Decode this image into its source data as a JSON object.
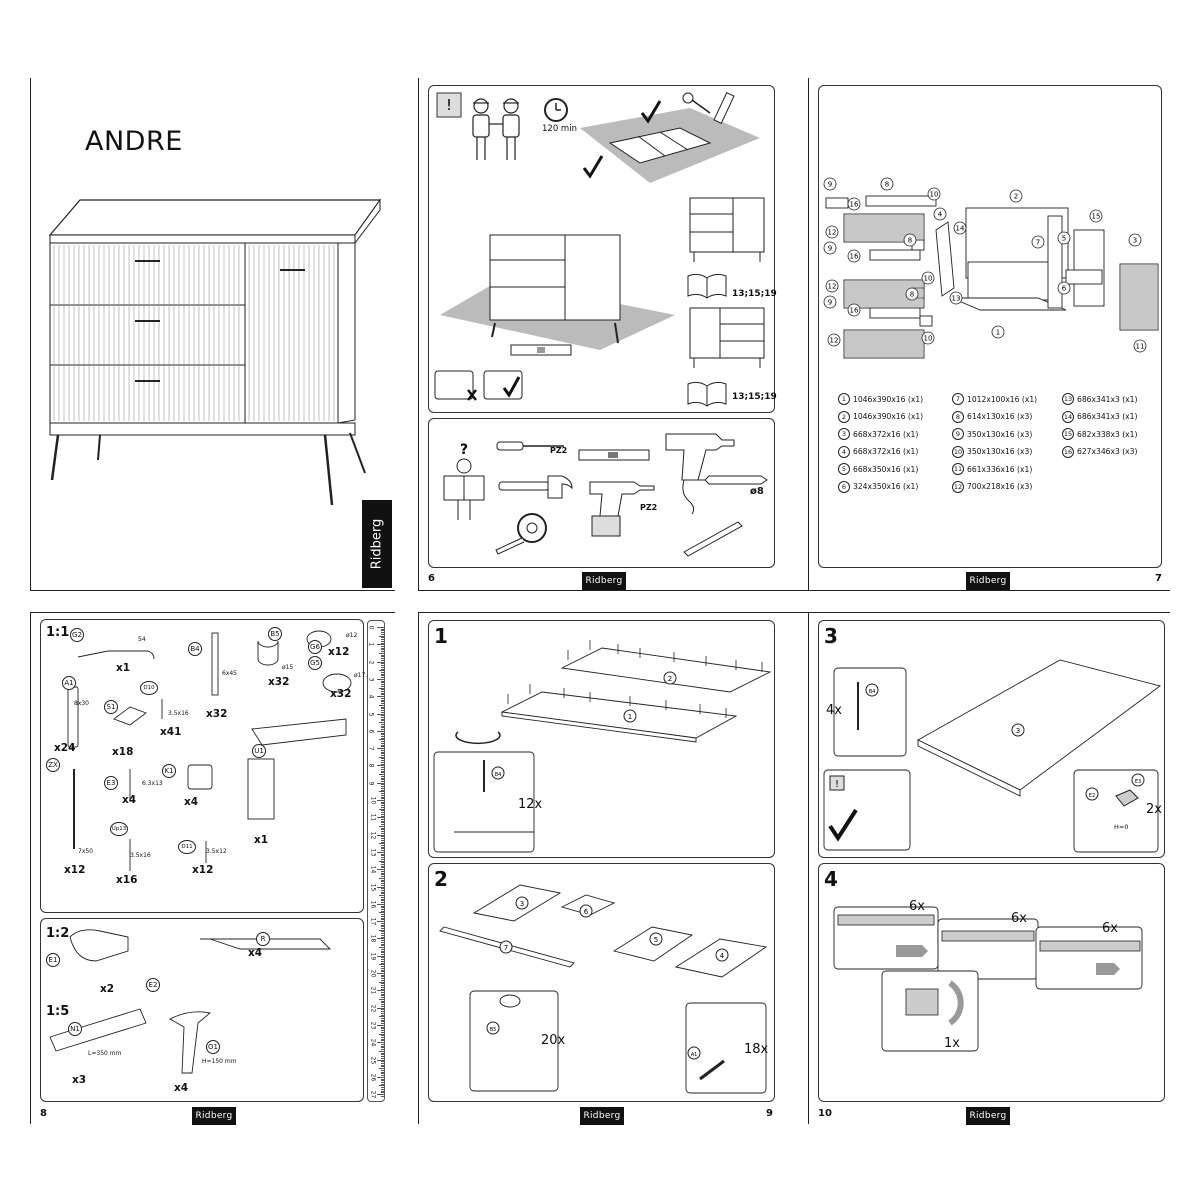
{
  "brand": "Ridberg",
  "title": "ANDRE",
  "page_numbers": {
    "p6": "6",
    "p7": "7",
    "p8": "8",
    "p9": "9",
    "p10": "10"
  },
  "tools_panel": {
    "time": "120 min",
    "drawer_ref": "13;15;19",
    "drawer_ref2": "13;15;19",
    "pz2_a": "PZ2",
    "pz2_b": "PZ2",
    "drill": "ø8"
  },
  "parts": [
    {
      "n": "1",
      "dims": "1046x390x16 (x1)"
    },
    {
      "n": "2",
      "dims": "1046x390x16 (x1)"
    },
    {
      "n": "3",
      "dims": "668x372x16 (x1)"
    },
    {
      "n": "4",
      "dims": "668x372x16 (x1)"
    },
    {
      "n": "5",
      "dims": "668x350x16 (x1)"
    },
    {
      "n": "6",
      "dims": "324x350x16 (x1)"
    },
    {
      "n": "7",
      "dims": "1012x100x16 (x1)"
    },
    {
      "n": "8",
      "dims": "614x130x16 (x3)"
    },
    {
      "n": "9",
      "dims": "350x130x16 (x3)"
    },
    {
      "n": "10",
      "dims": "350x130x16 (x3)"
    },
    {
      "n": "11",
      "dims": "661x336x16 (x1)"
    },
    {
      "n": "12",
      "dims": "700x218x16 (x3)"
    },
    {
      "n": "13",
      "dims": "686x341x3 (x1)"
    },
    {
      "n": "14",
      "dims": "686x341x3 (x1)"
    },
    {
      "n": "15",
      "dims": "682x338x3 (x1)"
    },
    {
      "n": "16",
      "dims": "627x346x3 (x3)"
    }
  ],
  "diagram_labels": [
    "9",
    "8",
    "10",
    "16",
    "4",
    "2",
    "15",
    "3",
    "12",
    "14",
    "7",
    "5",
    "8",
    "9",
    "16",
    "10",
    "6",
    "12",
    "8",
    "13",
    "9",
    "16",
    "1",
    "11",
    "10",
    "12"
  ],
  "hardware": {
    "scale_a": "1:1",
    "scale_b": "1:2",
    "scale_c": "1:5",
    "items": [
      {
        "code": "G2",
        "qty": "x1",
        "note": "54"
      },
      {
        "code": "B4",
        "qty": "x32",
        "note": "6x45"
      },
      {
        "code": "B5",
        "qty": "x32",
        "note": "ø15"
      },
      {
        "code": "G6",
        "qty": "x12",
        "note": "ø12"
      },
      {
        "code": "G5",
        "qty": "x32",
        "note": "ø17.5"
      },
      {
        "code": "A1",
        "qty": "x24",
        "note": "8x30"
      },
      {
        "code": "D10",
        "qty": "x41",
        "note": "3.5x16"
      },
      {
        "code": "S1",
        "qty": "x18",
        "note": ""
      },
      {
        "code": "U1",
        "qty": "x1",
        "note": ""
      },
      {
        "code": "ZX",
        "qty": "x12",
        "note": "7x50"
      },
      {
        "code": "E3",
        "qty": "x4",
        "note": "6.3x13"
      },
      {
        "code": "K1",
        "qty": "x4",
        "note": ""
      },
      {
        "code": "Up13",
        "qty": "x16",
        "note": "3.5x16"
      },
      {
        "code": "D11",
        "qty": "x12",
        "note": "3.5x12"
      },
      {
        "code": "E1",
        "qty": "x2",
        "note": ""
      },
      {
        "code": "E2",
        "qty": "",
        "note": ""
      },
      {
        "code": "R",
        "qty": "x4",
        "note": ""
      },
      {
        "code": "N1",
        "qty": "x3",
        "note": "L=350 mm"
      },
      {
        "code": "O1",
        "qty": "x4",
        "note": "H=150 mm"
      }
    ]
  },
  "ruler": [
    "0",
    "1",
    "2",
    "3",
    "4",
    "5",
    "6",
    "7",
    "8",
    "9",
    "10",
    "11",
    "12",
    "13",
    "14",
    "15",
    "16",
    "17",
    "18",
    "19",
    "20",
    "21",
    "22",
    "23",
    "24",
    "25",
    "26",
    "27"
  ],
  "steps": [
    {
      "num": "1",
      "qty": "12x",
      "part": "B4",
      "labels": [
        "2",
        "1"
      ]
    },
    {
      "num": "2",
      "qty": "20x",
      "qty2": "18x",
      "part": "B5",
      "part2": "A1",
      "labels": [
        "3",
        "6",
        "7",
        "5",
        "4"
      ]
    },
    {
      "num": "3",
      "qty": "4x",
      "qty2": "2x",
      "part": "B4",
      "labels": [
        "3"
      ],
      "hinge": [
        "E2",
        "E3"
      ],
      "gap": "H=0"
    },
    {
      "num": "4",
      "qty_a": "6x",
      "qty_b": "6x",
      "qty_c": "6x",
      "qty_d": "1x"
    }
  ]
}
